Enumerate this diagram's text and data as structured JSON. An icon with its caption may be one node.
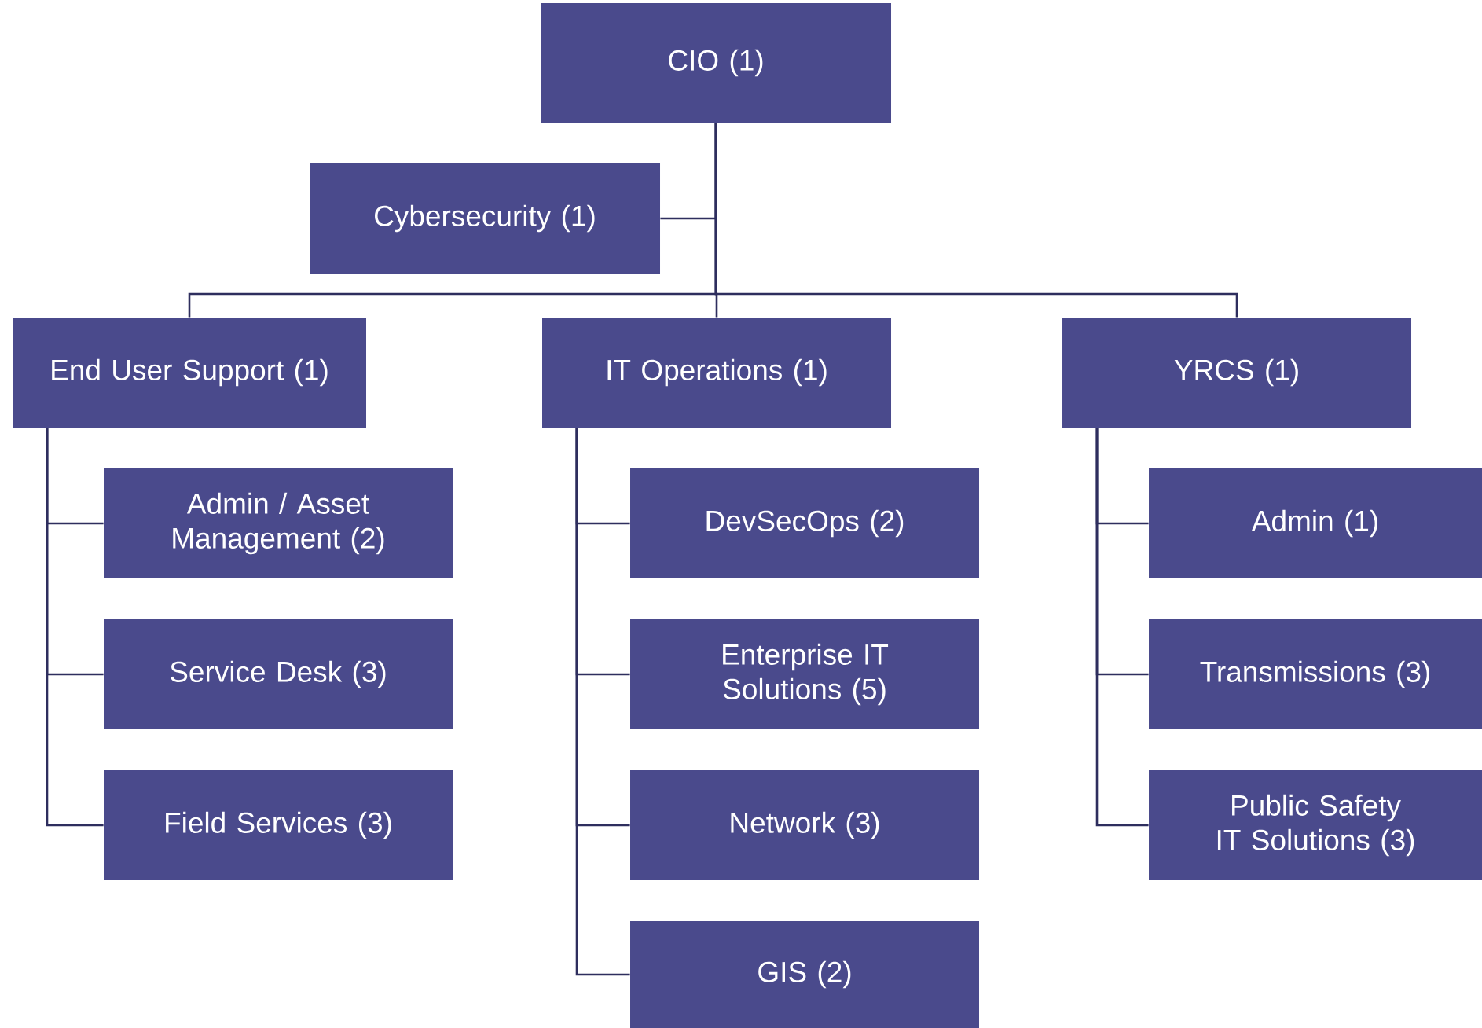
{
  "diagram": {
    "nodes": [
      {
        "text": [
          "CIO (1)"
        ]
      },
      {
        "text": [
          "Cybersecurity (1)"
        ]
      },
      {
        "text": [
          "End User Support (1)"
        ]
      },
      {
        "text": [
          "IT Operations (1)"
        ]
      },
      {
        "text": [
          "YRCS (1)"
        ]
      },
      {
        "text": [
          "Admin / Asset Management (2)"
        ]
      },
      {
        "text": [
          "Service Desk (3)"
        ]
      },
      {
        "text": [
          "Field Services (3)"
        ]
      },
      {
        "text": [
          "DevSecOps (2)"
        ]
      },
      {
        "text": [
          "Enterprise IT Solutions (5)"
        ]
      },
      {
        "text": [
          "Network (3)"
        ]
      },
      {
        "text": [
          "GIS (2)"
        ]
      },
      {
        "text": [
          "Admin (1)"
        ]
      },
      {
        "text": [
          "Transmissions (3)"
        ]
      },
      {
        "text": [
          "Public Safety IT Solutions (3)"
        ]
      }
    ],
    "edges": [
      {
        "from": 0,
        "to": 1,
        "arrow": "none"
      },
      {
        "from": 0,
        "to": 2,
        "arrow": "none"
      },
      {
        "from": 0,
        "to": 3,
        "arrow": "none"
      },
      {
        "from": 0,
        "to": 4,
        "arrow": "none"
      },
      {
        "from": 2,
        "to": 5,
        "arrow": "none"
      },
      {
        "from": 2,
        "to": 6,
        "arrow": "none"
      },
      {
        "from": 2,
        "to": 7,
        "arrow": "none"
      },
      {
        "from": 3,
        "to": 8,
        "arrow": "none"
      },
      {
        "from": 3,
        "to": 9,
        "arrow": "none"
      },
      {
        "from": 3,
        "to": 10,
        "arrow": "none"
      },
      {
        "from": 3,
        "to": 11,
        "arrow": "none"
      },
      {
        "from": 4,
        "to": 12,
        "arrow": "none"
      },
      {
        "from": 4,
        "to": 13,
        "arrow": "none"
      },
      {
        "from": 4,
        "to": 14,
        "arrow": "none"
      }
    ]
  }
}
